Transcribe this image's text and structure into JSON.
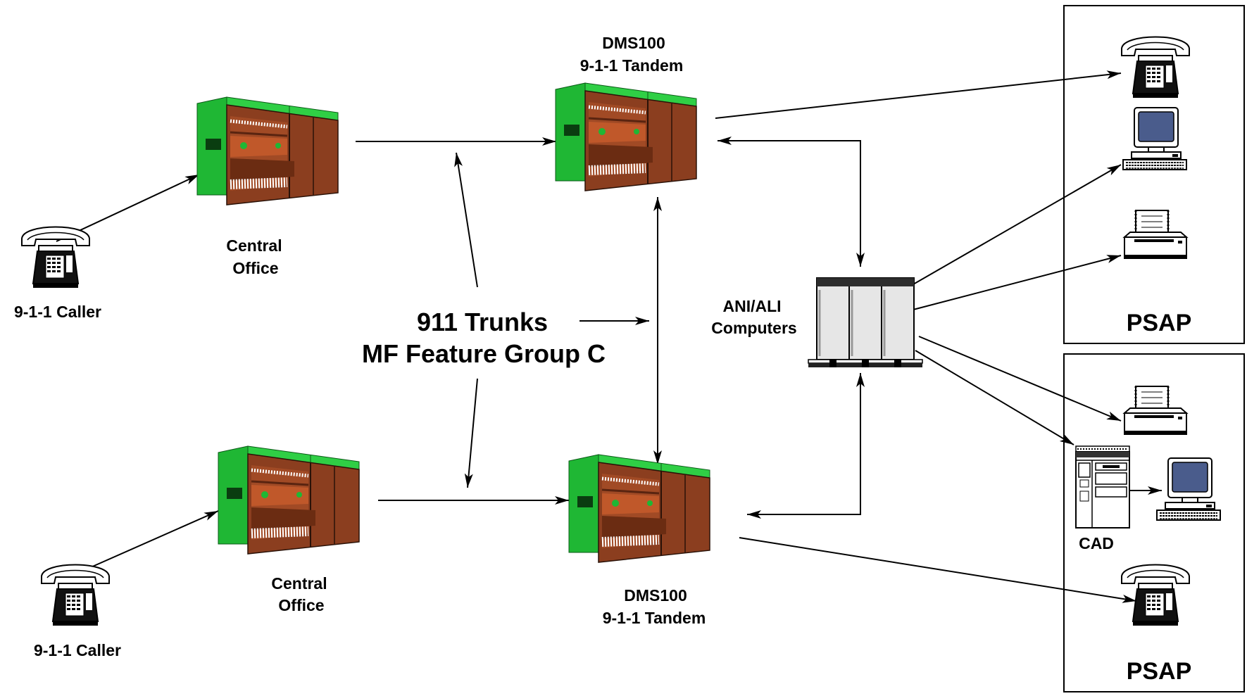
{
  "caller_top_label": "9-1-1 Caller",
  "caller_bottom_label": "9-1-1 Caller",
  "co_top": {
    "line1": "Central",
    "line2": "Office"
  },
  "co_bottom": {
    "line1": "Central",
    "line2": "Office"
  },
  "tandem_top": {
    "line1": "DMS100",
    "line2": "9-1-1 Tandem"
  },
  "tandem_bottom": {
    "line1": "DMS100",
    "line2": "9-1-1 Tandem"
  },
  "trunks": {
    "line1": "911 Trunks",
    "line2": "MF Feature Group C"
  },
  "ani_ali": {
    "line1": "ANI/ALI",
    "line2": "Computers"
  },
  "psap_top_label": "PSAP",
  "psap_bottom_label": "PSAP",
  "cad_label": "CAD",
  "icons": {
    "phone": "telephone-icon",
    "switch": "switch-cabinet-icon",
    "workstation": "computer-workstation-icon",
    "printer": "printer-icon",
    "server": "server-rack-icon",
    "cad": "cad-server-icon"
  },
  "colors": {
    "cabinet_green": "#1fb734",
    "cabinet_brown": "#8b3e1f",
    "screen_blue": "#4a5c8c",
    "line": "#000000"
  }
}
